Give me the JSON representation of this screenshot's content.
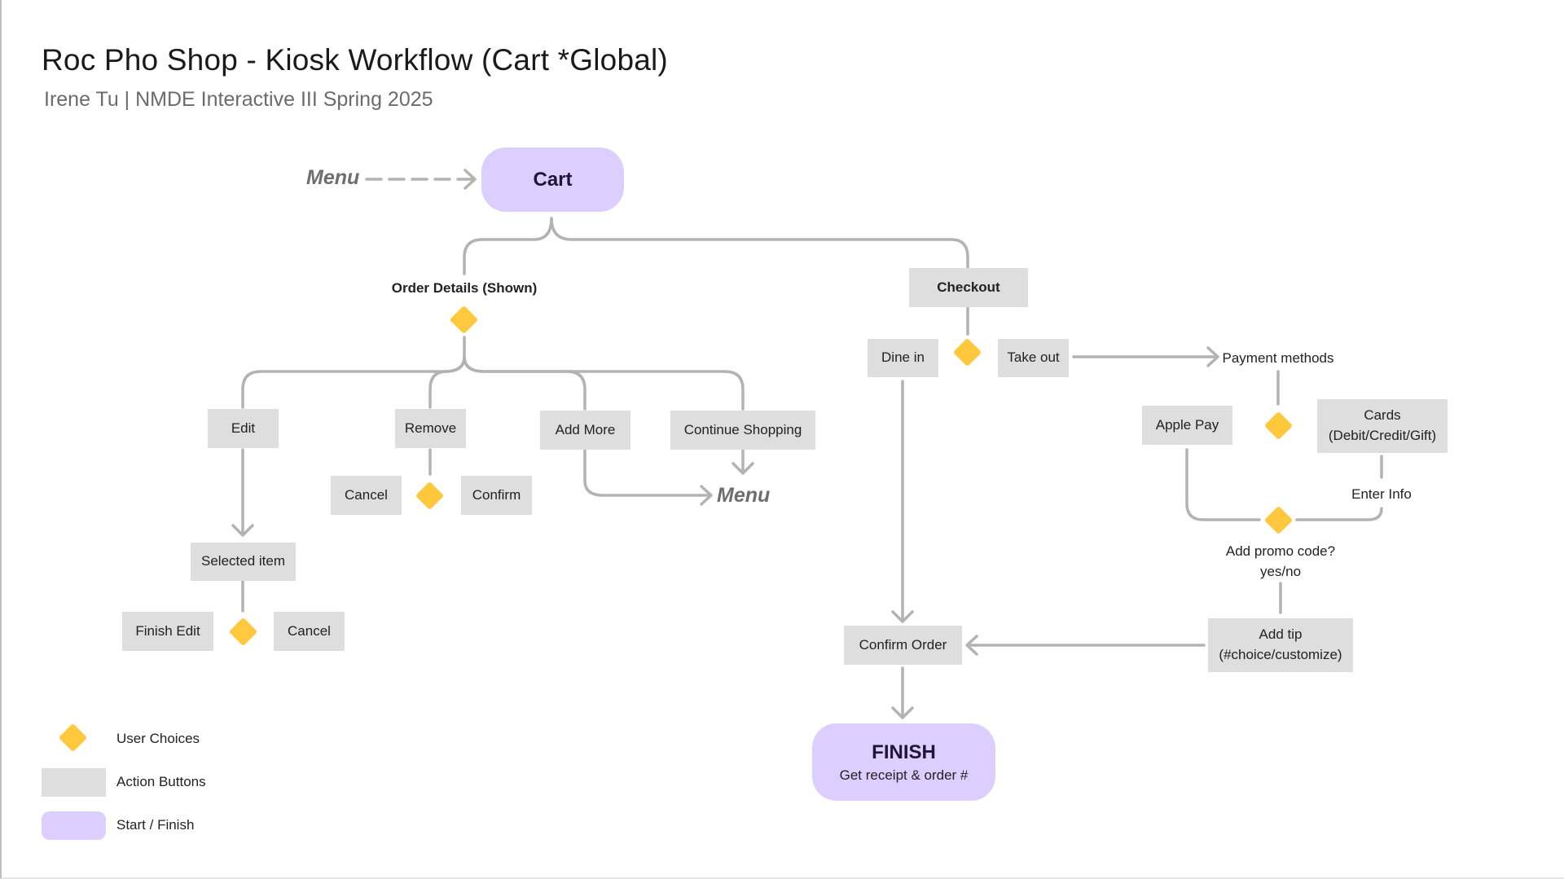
{
  "header": {
    "title": "Roc Pho Shop - Kiosk Workflow (Cart *Global)",
    "subtitle": "Irene Tu | NMDE Interactive III Spring 2025"
  },
  "nodes": {
    "menu_entry": "Menu",
    "cart": "Cart",
    "order_details": "Order Details (Shown)",
    "checkout": "Checkout",
    "edit": "Edit",
    "remove": "Remove",
    "add_more": "Add More",
    "continue_shopping": "Continue Shopping",
    "menu_return": "Menu",
    "remove_cancel": "Cancel",
    "remove_confirm": "Confirm",
    "selected_item": "Selected item",
    "finish_edit": "Finish Edit",
    "edit_cancel": "Cancel",
    "dine_in": "Dine in",
    "take_out": "Take out",
    "payment_methods": "Payment methods",
    "apple_pay": "Apple Pay",
    "cards_line1": "Cards",
    "cards_line2": "(Debit/Credit/Gift)",
    "enter_info": "Enter Info",
    "promo_line1": "Add promo code?",
    "promo_line2": "yes/no",
    "tip_line1": "Add tip",
    "tip_line2": "(#choice/customize)",
    "confirm_order": "Confirm Order",
    "finish_title": "FINISH",
    "finish_sub": "Get receipt & order #"
  },
  "legend": {
    "user_choices": "User Choices",
    "action_buttons": "Action Buttons",
    "start_finish": "Start / Finish"
  },
  "colors": {
    "decision": "#ffc83d",
    "action": "#dedede",
    "terminal": "#dccfff",
    "connector": "#b3b3b3"
  }
}
